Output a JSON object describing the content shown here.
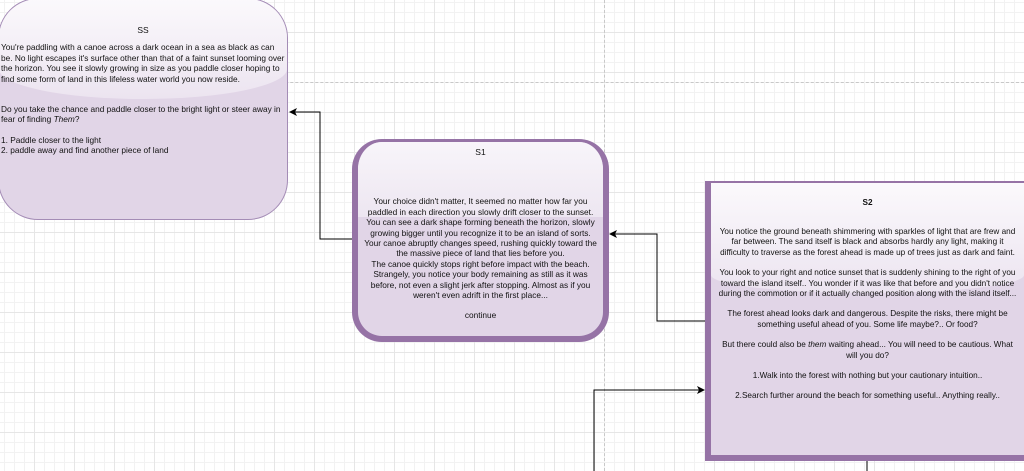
{
  "nodes": {
    "ss": {
      "title": "SS",
      "paragraph1": "You're paddling with a canoe across a dark ocean in a sea as black as can be. No light escapes it's surface other than that of a faint sunset looming over the horizon. You see it slowly growing in size as you paddle closer hoping to find some form of land in this lifeless water world you now reside.",
      "question_pre": "Do you take the chance and paddle closer to the bright light or steer away in fear of finding ",
      "question_em": "Them",
      "question_post": "?",
      "options": [
        "1. Paddle closer to the light",
        "2. paddle away and find another piece of land"
      ]
    },
    "s1": {
      "title": "S1",
      "paragraph1": "Your choice didn't matter, It seemed no matter how far you paddled in each direction you slowly drift closer to the sunset. You can see a dark shape forming beneath the horizon, slowly growing bigger until you recognize it to be an island of sorts. Your canoe abruptly changes speed, rushing quickly toward the the massive piece of land that lies before you.",
      "paragraph2": "The canoe quickly stops right before impact with the beach. Strangely, you notice your body remaining as still as it was before, not even a slight jerk after stopping. Almost as if  you weren't even adrift in the first place...",
      "option": "continue"
    },
    "s2": {
      "title": "S2",
      "paragraph1": "You notice the ground beneath shimmering with sparkles of light that are frew and far between. The sand itself is black and absorbs hardly any light, making it difficulty to traverse as the forest ahead is made up of trees just as dark and faint.",
      "paragraph2": "You look to your right and notice sunset that is suddenly shining to the right of you toward the island itself.. You wonder if it was like that before and you didn't notice during the commotion or if it actually changed position along with the island itself...",
      "paragraph3": "The forest ahead looks dark and dangerous. Despite the risks, there might be something useful ahead of you. Some life maybe?.. Or food?",
      "paragraph4_pre": "But there could also be ",
      "paragraph4_em": "them",
      "paragraph4_post": " waiting ahead... You will need to be cautious. What will you do?",
      "options": [
        "1.Walk into the forest with nothing but your cautionary intuition..",
        "2.Search further around the beach for something useful.. Anything really.."
      ]
    }
  },
  "colors": {
    "fill": "#e1d5e7",
    "stroke": "#9673a6",
    "edge": "#000000"
  }
}
